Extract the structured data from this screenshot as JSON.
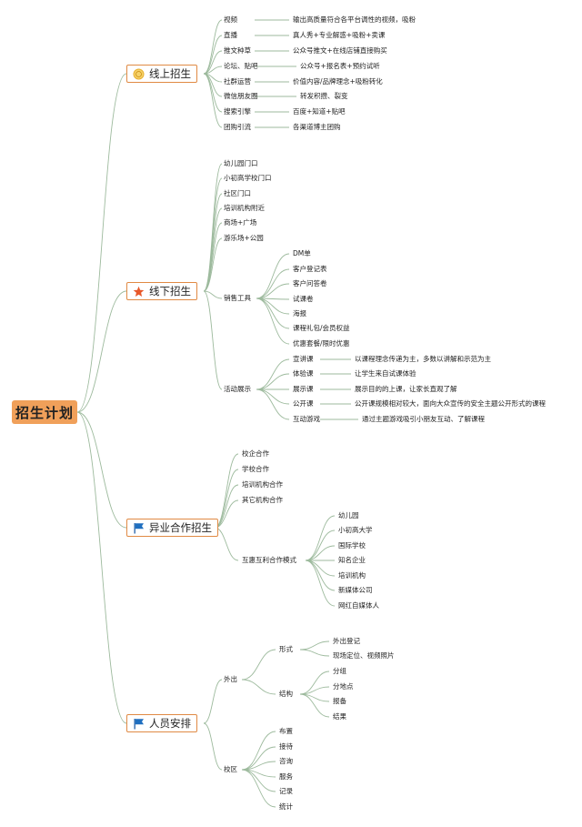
{
  "root": "招生计划",
  "online": {
    "title": "线上招生",
    "icon": "medal-icon",
    "items": [
      {
        "label": "视频",
        "desc": "输出高质量符合各平台调性的视频，吸粉"
      },
      {
        "label": "直播",
        "desc": "真人秀+专业解惑+吸粉+卖课"
      },
      {
        "label": "推文种草",
        "desc": "公众号推文+在线店铺直接购买"
      },
      {
        "label": "论坛、贴吧",
        "desc": "公众号+报名表+预约试听"
      },
      {
        "label": "社群运营",
        "desc": "价值内容/品牌理念+吸粉转化"
      },
      {
        "label": "微信朋友圈",
        "desc": "转发积攒、裂变"
      },
      {
        "label": "搜索引擎",
        "desc": "百度+知道+贴吧"
      },
      {
        "label": "团购引流",
        "desc": "各渠道博主团购"
      }
    ]
  },
  "offline": {
    "title": "线下招生",
    "icon": "star-icon",
    "places": [
      "幼儿园门口",
      "小初高学校门口",
      "社区门口",
      "培训机构附近",
      "商场+广场",
      "游乐场+公园"
    ],
    "tools_label": "销售工具",
    "tools": [
      "DM单",
      "客户登记表",
      "客户问答卷",
      "试课卷",
      "海报",
      "课程礼包/会员权益",
      "优惠套餐/限时优惠"
    ],
    "activity_label": "活动展示",
    "activities": [
      {
        "label": "宣讲课",
        "desc": "以课程理念传递为主，多数以讲解和示范为主"
      },
      {
        "label": "体验课",
        "desc": "让学生来自试课体验"
      },
      {
        "label": "展示课",
        "desc": "展示目的的上课，让家长直观了解"
      },
      {
        "label": "公开课",
        "desc": "公开课规模相对较大，面向大众宣传的安全主题公开形式的课程"
      },
      {
        "label": "互动游戏",
        "desc": "通过主题游戏吸引小朋友互动、了解课程"
      }
    ]
  },
  "coop": {
    "title": "异业合作招生",
    "icon": "flag-icon",
    "items": [
      "校企合作",
      "学校合作",
      "培训机构合作",
      "其它机构合作"
    ],
    "mode_label": "互惠互利合作模式",
    "modes": [
      "幼儿园",
      "小初高大学",
      "国际学校",
      "知名企业",
      "培训机构",
      "新媒体公司",
      "网红自媒体人"
    ]
  },
  "staff": {
    "title": "人员安排",
    "icon": "flag-icon",
    "out_label": "外出",
    "form_label": "形式",
    "forms": [
      "外出登记",
      "现场定位、视频照片"
    ],
    "struct_label": "结构",
    "structs": [
      "分组",
      "分地点",
      "报备",
      "结果"
    ],
    "campus_label": "校区",
    "campus": [
      "布置",
      "接待",
      "咨询",
      "服务",
      "记录",
      "统计"
    ]
  },
  "colors": {
    "accent": "#e08a44",
    "root_fill": "#f0a05a",
    "line": "#9dba9d",
    "icon_orange": "#e8582a",
    "icon_blue": "#1f6fc0",
    "icon_gold": "#e8b030"
  }
}
